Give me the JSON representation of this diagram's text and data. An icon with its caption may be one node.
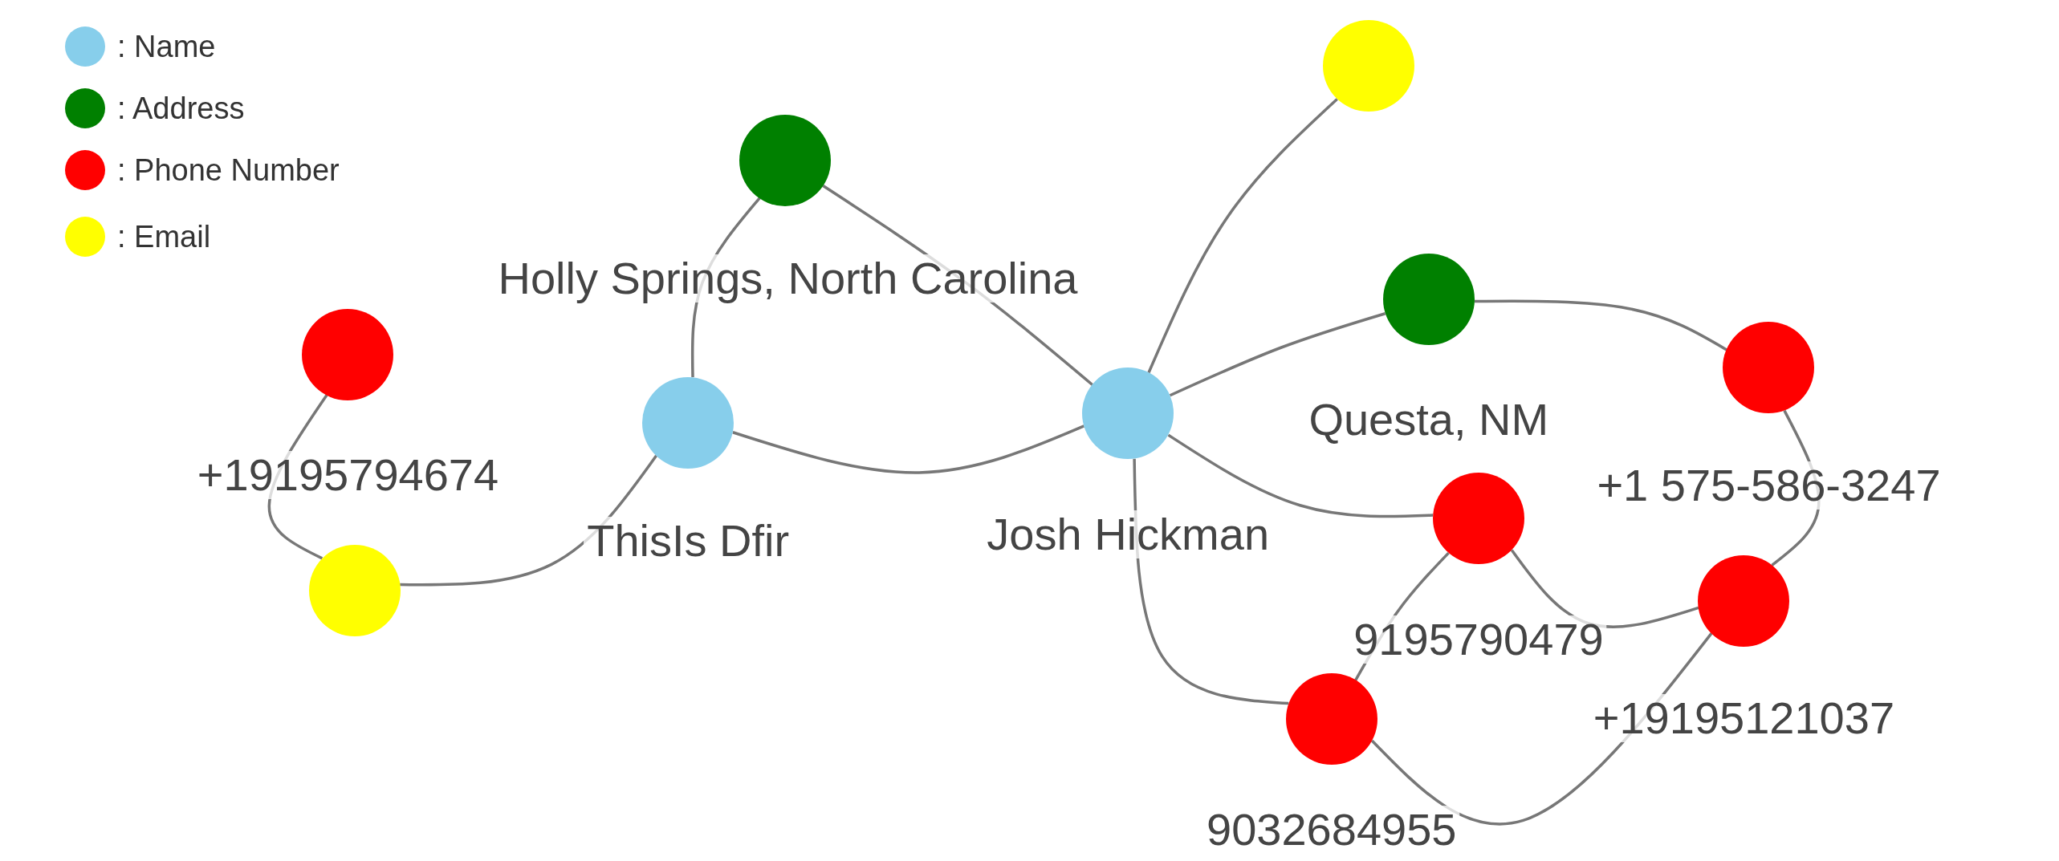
{
  "diagram": {
    "nodes": [
      {
        "text": [],
        "shape": "circle"
      },
      {
        "text": [
          "Holly Springs, North Carolina"
        ]
      },
      {
        "text": [
          "Questa, NM"
        ]
      },
      {
        "text": [
          "+19195794674"
        ]
      },
      {
        "text": [
          "+1 575-586-3247"
        ]
      },
      {
        "text": [
          "ThisIs Dfir"
        ]
      },
      {
        "text": [
          "Josh Hickman"
        ]
      },
      {
        "text": [
          "9195790479"
        ]
      },
      {
        "text": [],
        "shape": "circle"
      },
      {
        "text": [
          "+19195121037"
        ]
      },
      {
        "text": [
          "9032684955"
        ]
      }
    ],
    "edges": [
      {
        "from": 6,
        "to": 0,
        "arrow": "none"
      },
      {
        "from": 6,
        "to": 1,
        "arrow": "none"
      },
      {
        "from": 1,
        "to": 5,
        "arrow": "none"
      },
      {
        "from": 5,
        "to": 6,
        "arrow": "none"
      },
      {
        "from": 5,
        "to": 8,
        "arrow": "none"
      },
      {
        "from": 8,
        "to": 3,
        "arrow": "none"
      },
      {
        "from": 6,
        "to": 2,
        "arrow": "none"
      },
      {
        "from": 2,
        "to": 4,
        "arrow": "none"
      },
      {
        "from": 4,
        "to": 9,
        "arrow": "none"
      },
      {
        "from": 6,
        "to": 7,
        "arrow": "none"
      },
      {
        "from": 6,
        "to": 10,
        "arrow": "none"
      },
      {
        "from": 7,
        "to": 10,
        "arrow": "none"
      },
      {
        "from": 7,
        "to": 9,
        "arrow": "none"
      },
      {
        "from": 9,
        "to": 10,
        "arrow": "none"
      }
    ],
    "legend": [
      {
        "text": ": Name",
        "color": "#87ceeb"
      },
      {
        "text": ": Address",
        "color": "#008000"
      },
      {
        "text": ": Phone Number",
        "color": "#ff0000"
      },
      {
        "text": ": Email",
        "color": "#ffff00"
      }
    ]
  }
}
